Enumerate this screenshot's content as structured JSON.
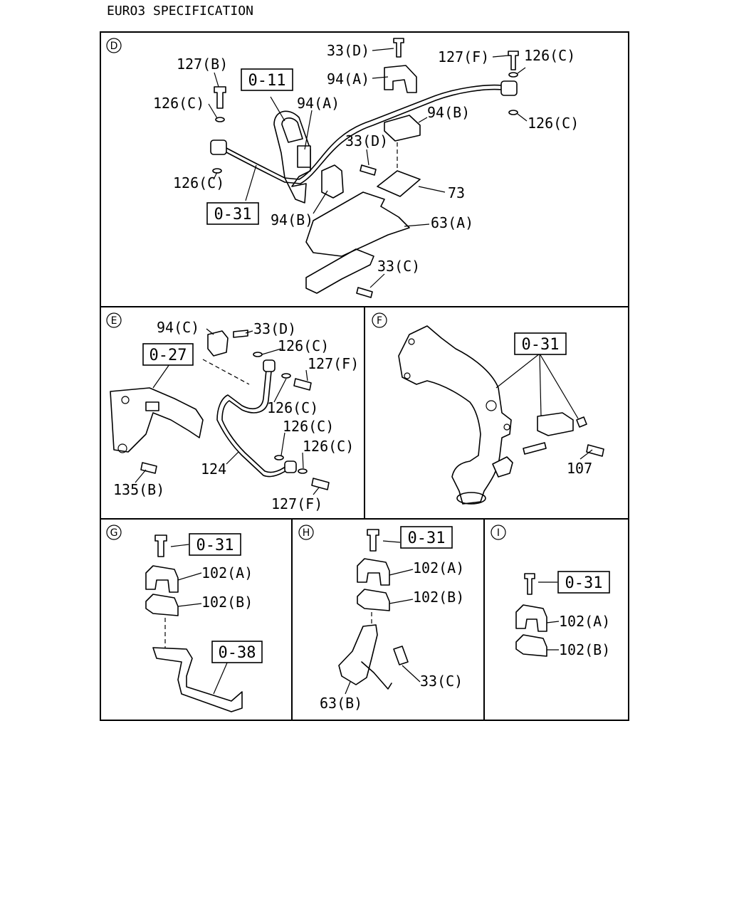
{
  "page_title": "EURO3 SPECIFICATION",
  "sections": {
    "D": {
      "letter": "D",
      "labels": [
        "33(D)",
        "127(F)",
        "126(C)",
        "127(B)",
        "94(A)",
        "0-11",
        "94(A)",
        "126(C)",
        "94(B)",
        "126(C)",
        "33(D)",
        "126(C)",
        "73",
        "0-31",
        "94(B)",
        "63(A)",
        "33(C)"
      ]
    },
    "E": {
      "letter": "E",
      "labels": [
        "94(C)",
        "33(D)",
        "126(C)",
        "0-27",
        "127(F)",
        "126(C)",
        "126(C)",
        "126(C)",
        "124",
        "135(B)",
        "127(F)"
      ]
    },
    "F": {
      "letter": "F",
      "labels": [
        "0-31",
        "107"
      ]
    },
    "G": {
      "letter": "G",
      "labels": [
        "0-31",
        "102(A)",
        "102(B)",
        "0-38"
      ]
    },
    "H": {
      "letter": "H",
      "labels": [
        "0-31",
        "102(A)",
        "102(B)",
        "33(C)",
        "63(B)"
      ]
    },
    "I": {
      "letter": "I",
      "labels": [
        "0-31",
        "102(A)",
        "102(B)"
      ]
    }
  }
}
